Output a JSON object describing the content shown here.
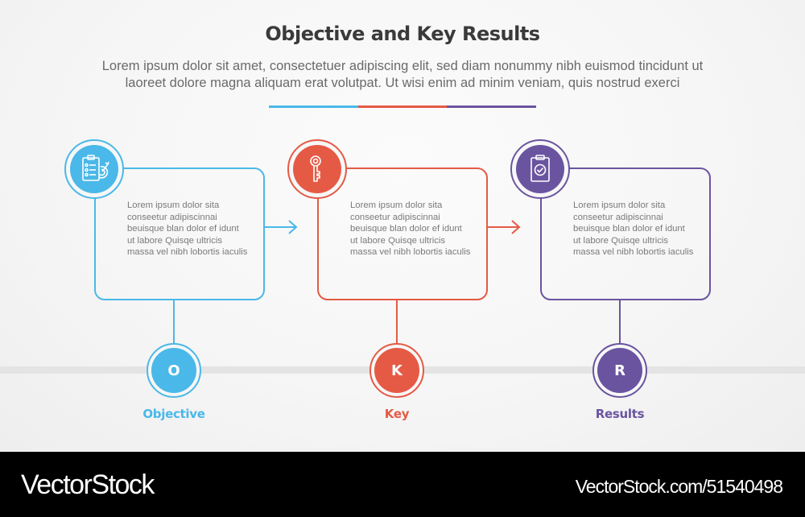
{
  "header": {
    "title": "Objective and Key Results",
    "subtitle_line1": "Lorem ipsum dolor sit amet, consectetuer adipiscing elit, sed diam nonummy nibh euismod tincidunt ut",
    "subtitle_line2": "laoreet dolore magna aliquam erat volutpat. Ut wisi enim ad minim veniam, quis nostrud exerci"
  },
  "colors": {
    "objective": "#4ab8e8",
    "key": "#e55a45",
    "results": "#6a54a0",
    "band": "#e4e4e4",
    "title": "#3a3a3a",
    "body_text": "#7a7a7a"
  },
  "steps": [
    {
      "icon": "clipboard-target-icon",
      "letter": "O",
      "label": "Objective",
      "text": "Lorem ipsum dolor sita conseetur adipiscinnai beuisque blan dolor ef idunt ut labore Quisqe ultricis massa vel nibh lobortis iaculis"
    },
    {
      "icon": "key-icon",
      "letter": "K",
      "label": "Key",
      "text": "Lorem ipsum dolor sita conseetur adipiscinnai beuisque blan dolor ef idunt ut labore Quisqe ultricis massa vel nibh lobortis iaculis"
    },
    {
      "icon": "clipboard-check-icon",
      "letter": "R",
      "label": "Results",
      "text": "Lorem ipsum dolor sita conseetur adipiscinnai beuisque blan dolor ef idunt ut labore Quisqe ultricis massa vel nibh lobortis iaculis"
    }
  ],
  "footer": {
    "brand": "VectorStock",
    "reference": "VectorStock.com/51540498"
  }
}
